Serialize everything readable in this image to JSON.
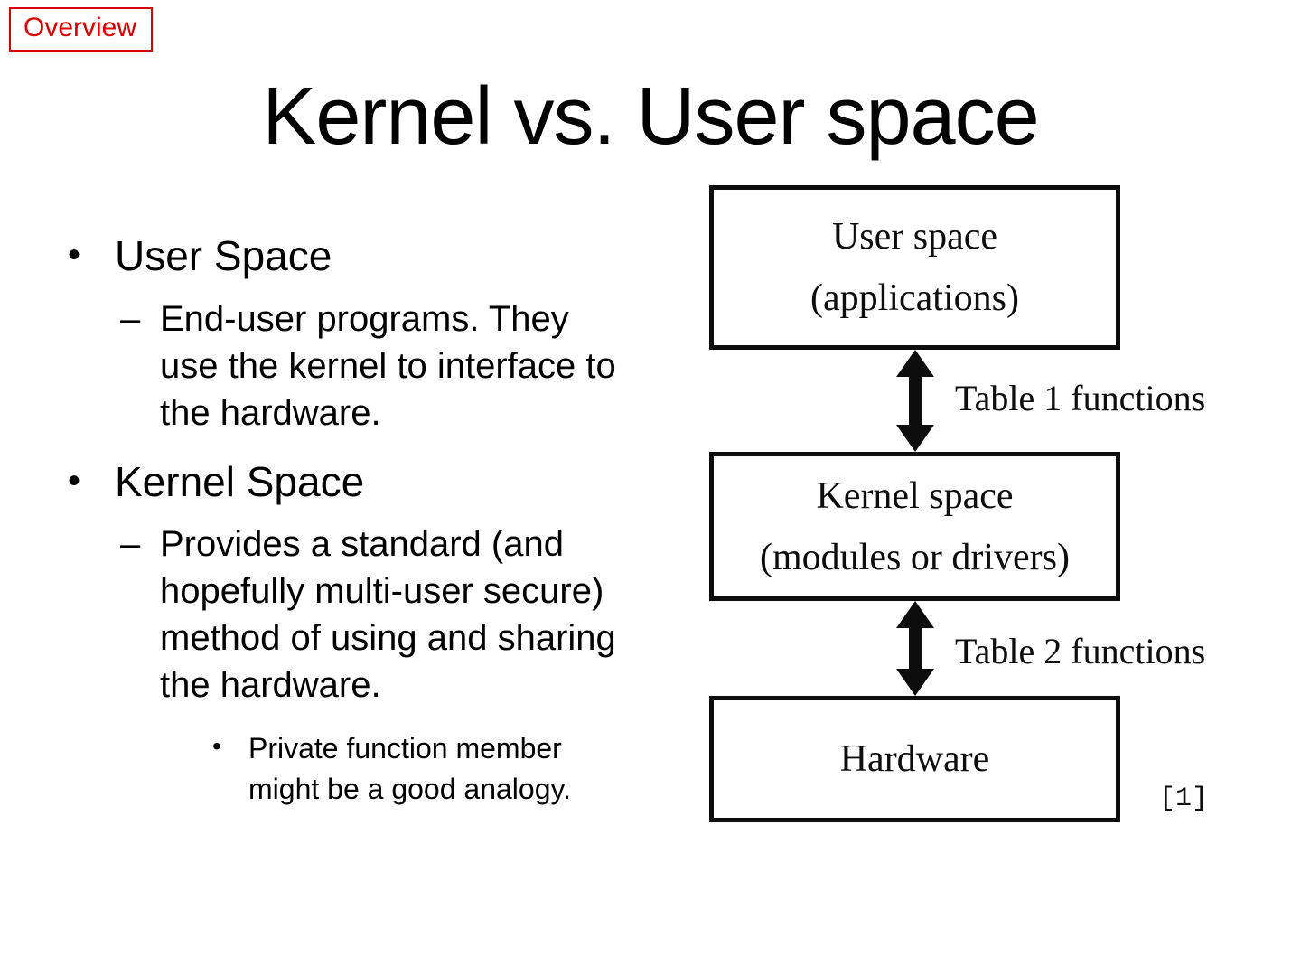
{
  "badge": {
    "label": "Overview"
  },
  "title": "Kernel vs. User space",
  "markers": {
    "l1": "•",
    "l2": "–",
    "l3": "•"
  },
  "bullets": [
    {
      "label": "User Space",
      "sub": [
        {
          "text": "End-user programs.  They use the kernel to interface to the hardware."
        }
      ]
    },
    {
      "label": "Kernel Space",
      "sub": [
        {
          "text": "Provides a standard (and hopefully multi-user secure) method of using and sharing the hardware.",
          "subsub": [
            "Private function member might be a good analogy."
          ]
        }
      ]
    }
  ],
  "diagram": {
    "boxes": [
      {
        "lines": [
          "User space",
          "(applications)"
        ]
      },
      {
        "lines": [
          "Kernel space",
          "(modules or drivers)"
        ]
      },
      {
        "lines": [
          "Hardware"
        ]
      }
    ],
    "arrows": [
      {
        "label": "Table 1 functions"
      },
      {
        "label": "Table 2 functions"
      }
    ],
    "citation": "[1]"
  },
  "colors": {
    "accent_red": "#dd0000",
    "ink": "#0d0d0d"
  }
}
